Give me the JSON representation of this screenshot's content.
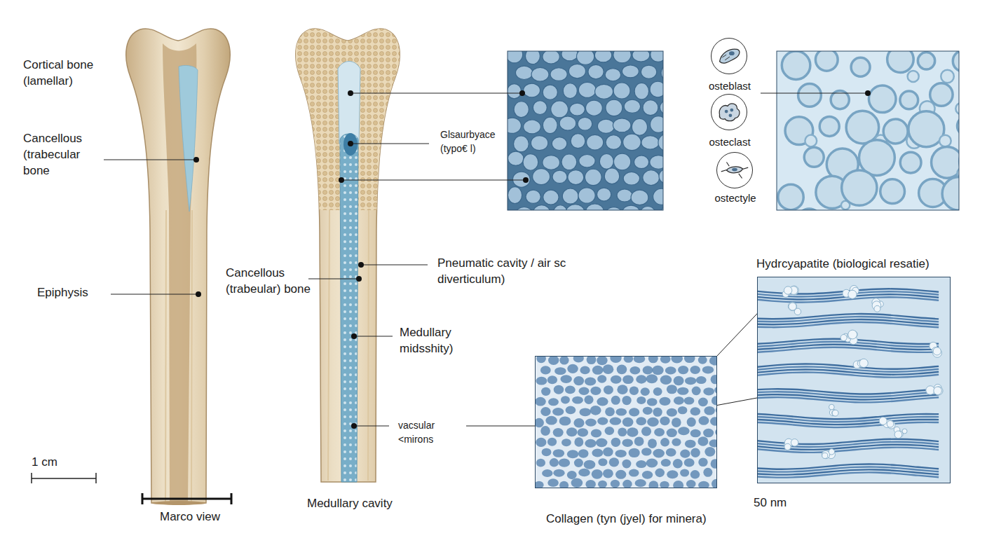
{
  "diagram": {
    "nodes": [
      {
        "text": [
          "osteblast"
        ]
      },
      {
        "text": [
          "osteclast"
        ]
      },
      {
        "text": [
          "ostectyle"
        ]
      },
      {
        "text": [
          "Collagen (tyn (jyel) for minera)"
        ]
      },
      {
        "text": [
          "Hydrcyapatite (biological resatie)"
        ]
      }
    ],
    "edges": [
      {
        "from": 3,
        "to": 4,
        "arrow": "none"
      }
    ],
    "labels": [
      "Cortical bone (lamellar)",
      "Cancellous (trabecular bone",
      "Epiphysis",
      "1 cm",
      "Marco view",
      "Glsaurbyace (typo€ l)",
      "Pneumatic cavity / air sc diverticulum)",
      "Cancellous (trabeular) bone",
      "Medullary midsshity)",
      "vacsular <mirons",
      "Medullary cavity",
      "50 nm"
    ]
  }
}
